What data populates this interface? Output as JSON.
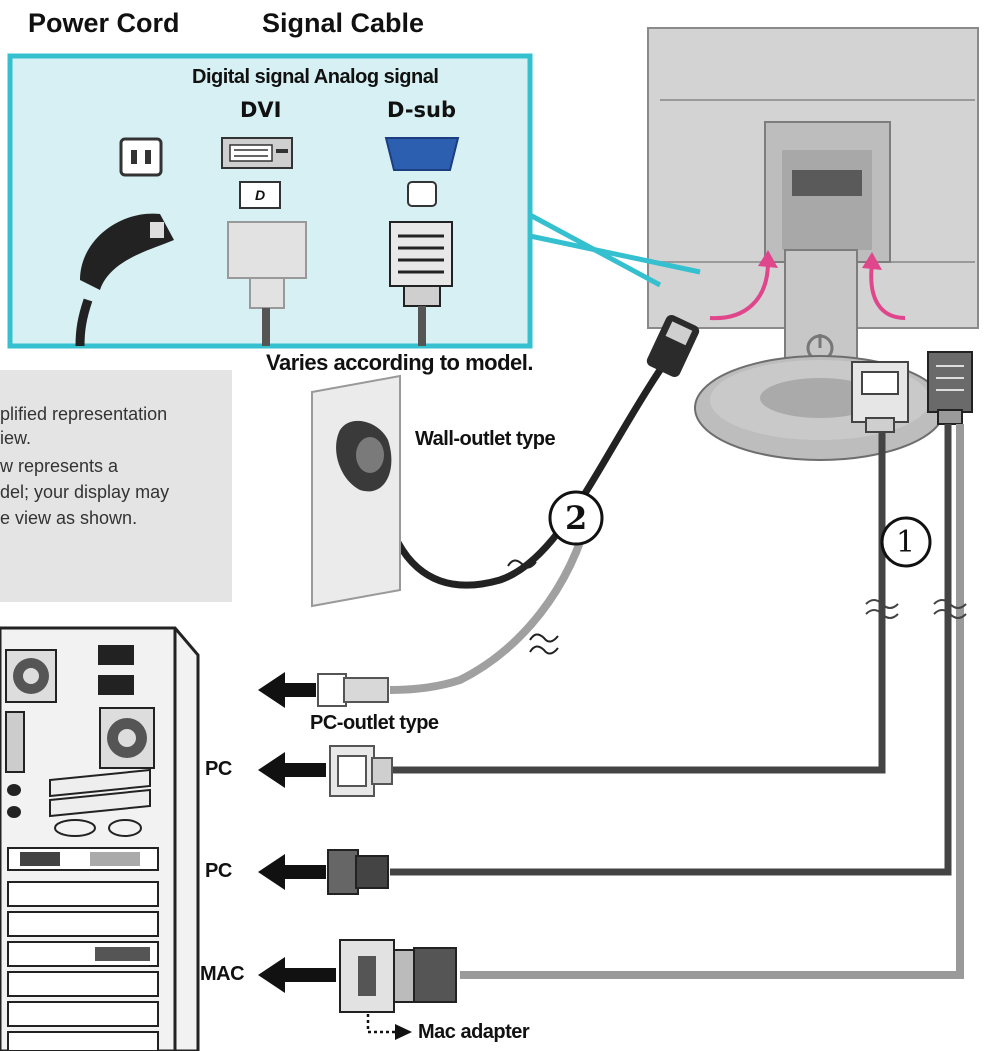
{
  "headers": {
    "power_cord": "Power Cord",
    "signal_cable": "Signal Cable"
  },
  "inset": {
    "signal_types": "Digital signal Analog signal",
    "dvi": "DVI",
    "dsub": "D-sub",
    "caption": "Varies according to model."
  },
  "note": {
    "lines": [
      "plified representation",
      "iew.",
      "w represents a",
      "del; your display may",
      "e view as shown."
    ]
  },
  "labels": {
    "wall_outlet": "Wall-outlet type",
    "pc_outlet": "PC-outlet type",
    "pc1": "PC",
    "pc2": "PC",
    "mac": "MAC",
    "mac_adapter": "Mac adapter",
    "step1": "1",
    "step2": "2"
  },
  "colors": {
    "inset_border": "#35c0d0",
    "inset_fill": "#d6f0f3",
    "arrow_pink": "#e0468c",
    "cable_dark": "#444444",
    "cable_light": "#9a9a9a",
    "monitor_gray": "#cfcfcf",
    "note_bg": "#e4e4e4"
  }
}
